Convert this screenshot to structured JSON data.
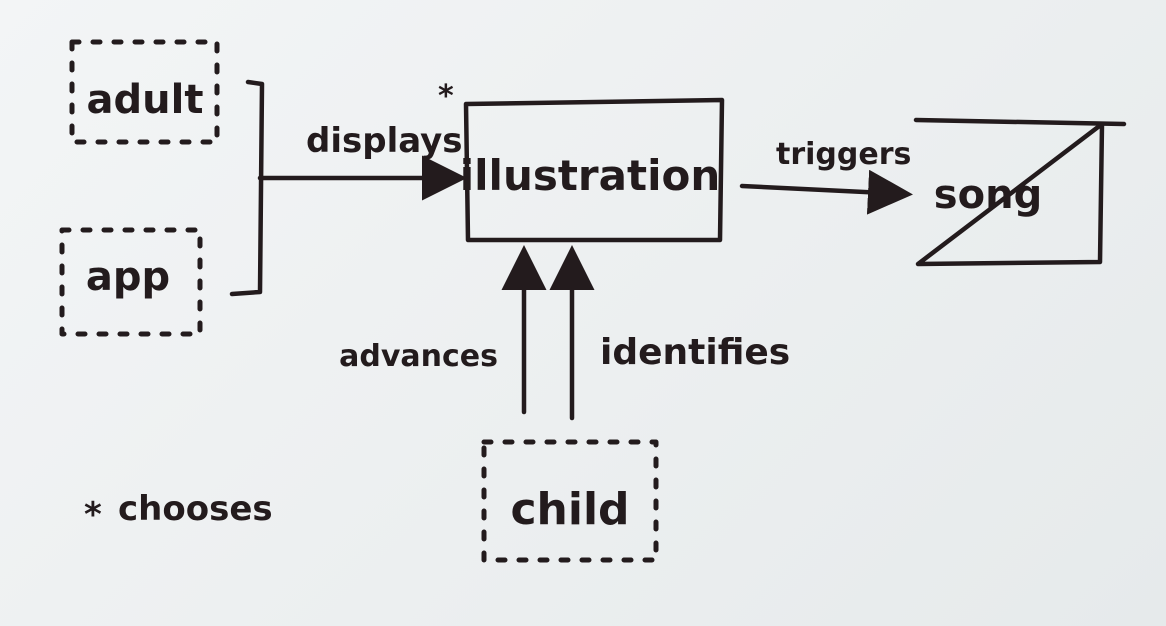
{
  "nodes": {
    "adult": "adult",
    "app": "app",
    "illustration": "illustration",
    "song": "song",
    "child": "child"
  },
  "edges": {
    "displays": "displays",
    "triggers": "triggers",
    "advances": "advances",
    "identifies": "identifies"
  },
  "marks": {
    "displays_star": "*"
  },
  "legend": {
    "star": "*",
    "text": "chooses"
  },
  "colors": {
    "ink": "#231b1d",
    "paper": "#eef1f2"
  }
}
